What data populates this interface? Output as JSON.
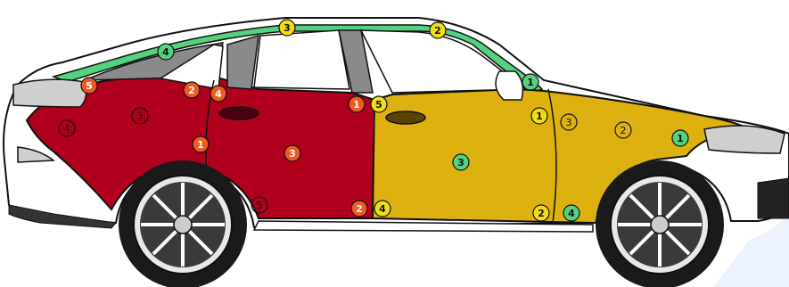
{
  "colors": {
    "rear_panel": "#b0001e",
    "front_panel": "#ddb10f",
    "roof_rail": "#55d27f",
    "glass": "#8a8a8a",
    "body": "#ffffff",
    "outline": "#111111",
    "marker_red": "#f05a1e",
    "marker_orange": "#f05a1e",
    "marker_yellow": "#f2dd14",
    "marker_green": "#55d27f",
    "background_hint": "#dde8ff"
  },
  "markers": [
    {
      "id": "m-5-rear-corner",
      "label": "5",
      "style": "red"
    },
    {
      "id": "m-2-quarter-top",
      "label": "2",
      "style": "red"
    },
    {
      "id": "m-4-rear-door-top",
      "label": "4",
      "style": "red"
    },
    {
      "id": "m-3-quarter-outline",
      "label": "3",
      "style": "outline"
    },
    {
      "id": "m-4-taillight-outline",
      "label": "4",
      "style": "outline"
    },
    {
      "id": "m-1-quarter-mid",
      "label": "1",
      "style": "red"
    },
    {
      "id": "m-3-rear-door",
      "label": "3",
      "style": "red"
    },
    {
      "id": "m-5-rocker-outline",
      "label": "5",
      "style": "outline"
    },
    {
      "id": "m-1-b-pillar",
      "label": "1",
      "style": "red"
    },
    {
      "id": "m-2-b-pillar-bottom",
      "label": "2",
      "style": "red"
    },
    {
      "id": "m-4-roof-rear",
      "label": "4",
      "style": "green"
    },
    {
      "id": "m-3-roof-mid",
      "label": "3",
      "style": "yellow"
    },
    {
      "id": "m-2-roof-front",
      "label": "2",
      "style": "yellow"
    },
    {
      "id": "m-1-a-pillar",
      "label": "1",
      "style": "green"
    },
    {
      "id": "m-5-front-door-top",
      "label": "5",
      "style": "yellow"
    },
    {
      "id": "m-4-front-door-bottom",
      "label": "4",
      "style": "yellow"
    },
    {
      "id": "m-3-front-door",
      "label": "3",
      "style": "green"
    },
    {
      "id": "m-1-front-door-edge",
      "label": "1",
      "style": "yellow"
    },
    {
      "id": "m-3-fender-outline",
      "label": "3",
      "style": "outline"
    },
    {
      "id": "m-2-fender-outline",
      "label": "2",
      "style": "outline"
    },
    {
      "id": "m-1-fender-front",
      "label": "1",
      "style": "green"
    },
    {
      "id": "m-2-door-bottom-outline",
      "label": "2",
      "style": "yellow"
    },
    {
      "id": "m-4-fender-bottom",
      "label": "4",
      "style": "green"
    }
  ]
}
